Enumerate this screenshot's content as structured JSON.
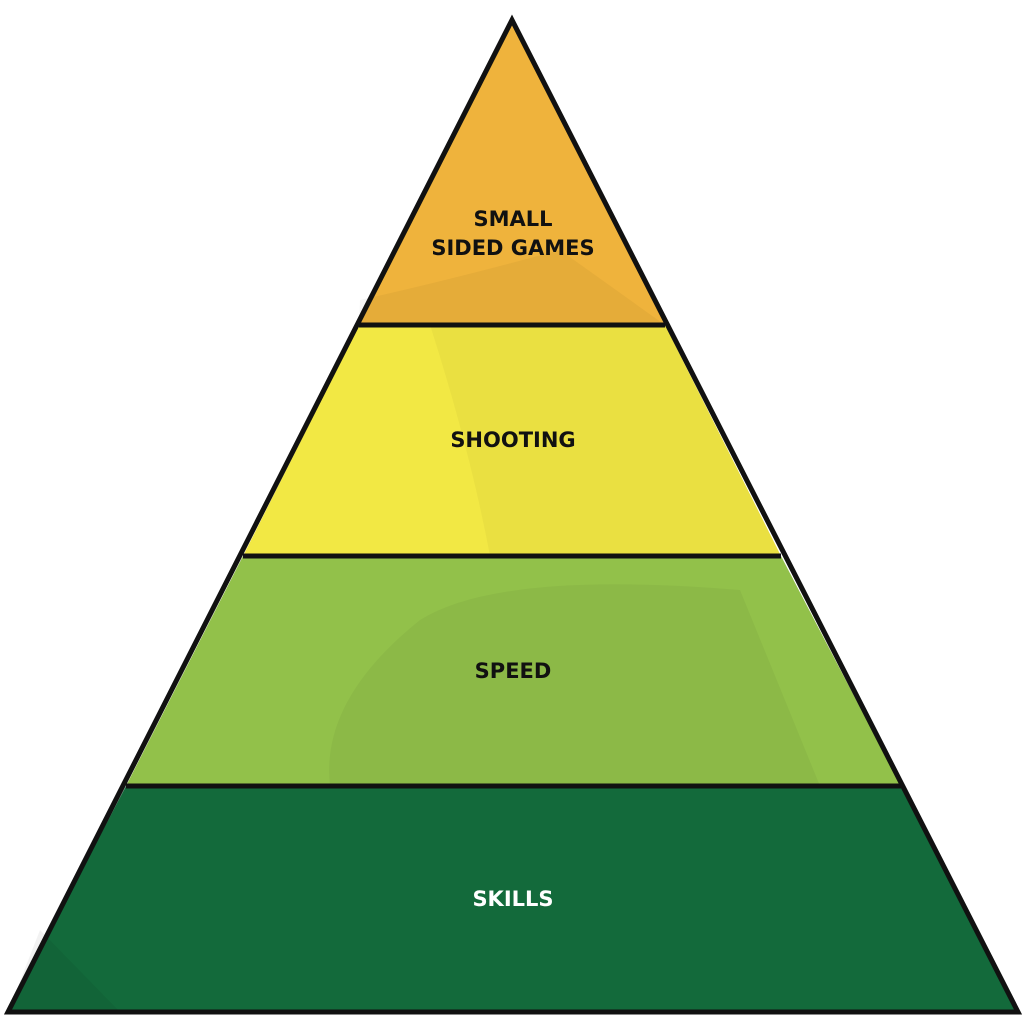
{
  "diagram": {
    "type": "pyramid",
    "levels": [
      {
        "label_lines": [
          "SMALL",
          "SIDED GAMES"
        ],
        "color": "#efb33c",
        "text_color": "#111111"
      },
      {
        "label_lines": [
          "SHOOTING"
        ],
        "color": "#f2e844",
        "text_color": "#111111"
      },
      {
        "label_lines": [
          "SPEED"
        ],
        "color": "#92c14a",
        "text_color": "#111111"
      },
      {
        "label_lines": [
          "SKILLS"
        ],
        "color": "#136a3b",
        "text_color": "#ffffff"
      }
    ]
  }
}
